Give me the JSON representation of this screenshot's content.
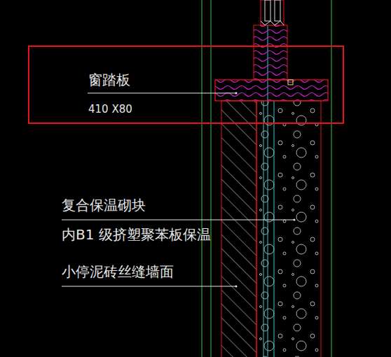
{
  "diagram": {
    "nodes": [
      {
        "text": [
          "窗踏板",
          "410 X80"
        ]
      }
    ],
    "labels": [
      "复合保温砌块",
      "内B1 级挤塑聚苯板保温",
      "小停泥砖丝缝墙面"
    ]
  }
}
